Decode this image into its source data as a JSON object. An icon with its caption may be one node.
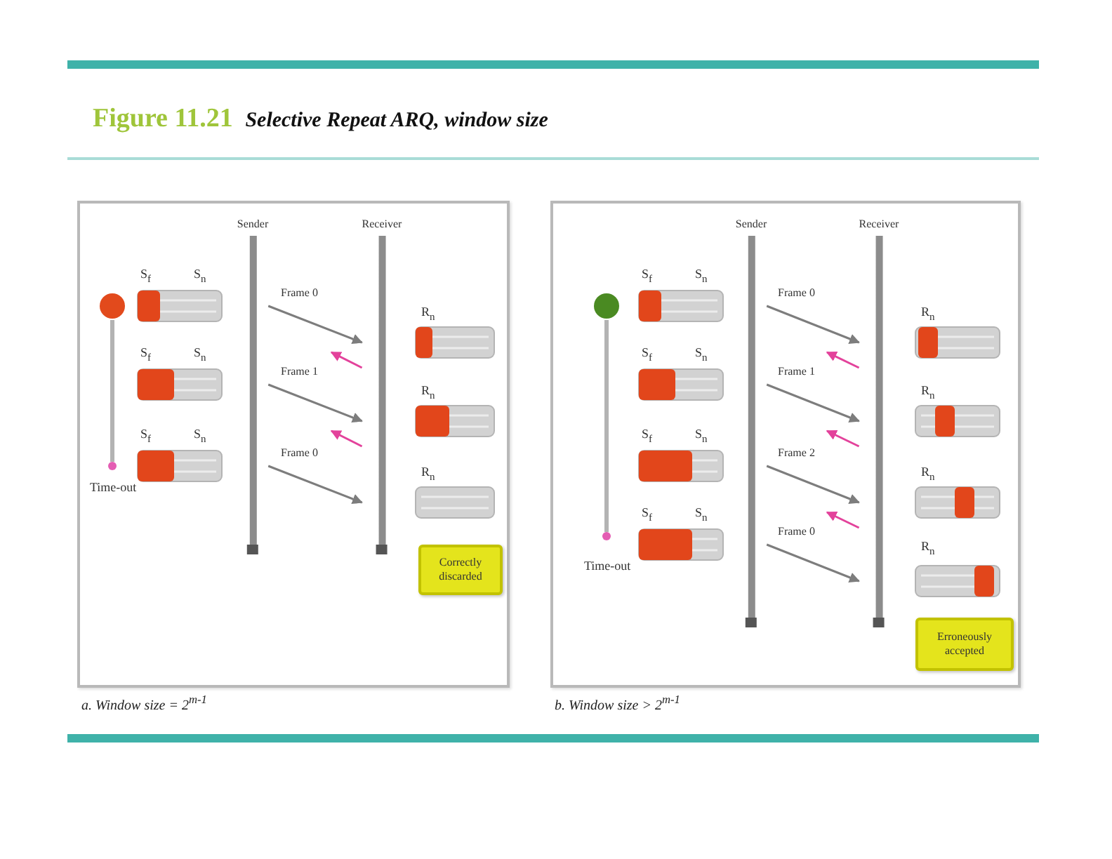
{
  "diagram": {
    "title": "Figure 11.21 *Selective Repeat ARQ, window size*",
    "nodes": [
      {
        "text": [],
        "shape": "box",
        "beside": [
          "a. Window size = 2$^{m-1}$"
        ]
      },
      {
        "text": [
          "Sender"
        ],
        "in": 0
      },
      {
        "text": [
          "Receiver"
        ],
        "in": 0
      },
      {
        "text": [
          "Correctly discarded"
        ],
        "in": 0
      },
      {
        "text": [],
        "shape": "box",
        "beside": [
          "b. Window size > 2$^{m-1}$"
        ]
      },
      {
        "text": [
          "Sender"
        ],
        "in": 4
      },
      {
        "text": [
          "Receiver"
        ],
        "in": 4
      },
      {
        "text": [
          "Erroneously accepted"
        ],
        "in": 4
      }
    ],
    "edges": [
      {
        "from": 1,
        "to": 2,
        "arrow": "to",
        "label": "Frame 0"
      },
      {
        "from": 2,
        "to": null,
        "arrow": "to",
        "color": "#e3429b"
      },
      {
        "from": 1,
        "to": 2,
        "arrow": "to",
        "label": "Frame 1"
      },
      {
        "from": 2,
        "to": null,
        "arrow": "to",
        "color": "#e3429b"
      },
      {
        "from": 1,
        "to": 2,
        "arrow": "to",
        "label": "Frame 0"
      },
      {
        "from": 5,
        "to": 6,
        "arrow": "to",
        "label": "Frame 0"
      },
      {
        "from": 6,
        "to": null,
        "arrow": "to",
        "color": "#e3429b"
      },
      {
        "from": 5,
        "to": 6,
        "arrow": "to",
        "label": "Frame 1"
      },
      {
        "from": 6,
        "to": null,
        "arrow": "to",
        "color": "#e3429b"
      },
      {
        "from": 5,
        "to": 6,
        "arrow": "to",
        "label": "Frame 2"
      },
      {
        "from": 6,
        "to": null,
        "arrow": "to",
        "color": "#e3429b"
      },
      {
        "from": 5,
        "to": 6,
        "arrow": "to",
        "label": "Frame 0"
      }
    ],
    "labels": [
      "S$_{f}$",
      "S$_{n}$",
      "R$_{n}$",
      "S$_{f}$",
      "S$_{n}$",
      "R$_{n}$",
      "S$_{f}$",
      "S$_{n}$",
      "R$_{n}$",
      "Time-out",
      "S$_{f}$",
      "S$_{n}$",
      "R$_{n}$",
      "S$_{f}$",
      "S$_{n}$",
      "R$_{n}$",
      "S$_{f}$",
      "S$_{n}$",
      "R$_{n}$",
      "S$_{f}$",
      "S$_{n}$",
      "R$_{n}$",
      "Time-out"
    ]
  }
}
